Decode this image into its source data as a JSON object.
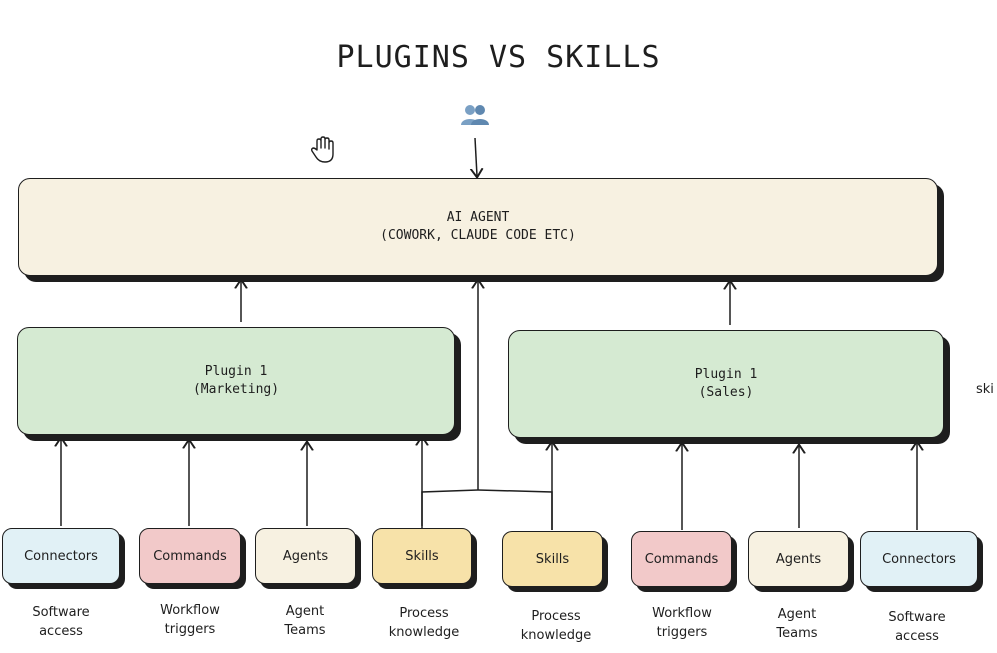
{
  "title": "PLUGINS VS SKILLS",
  "agent": {
    "line1": "AI AGENT",
    "line2": "(COWORK, CLAUDE CODE ETC)"
  },
  "plugins": [
    {
      "line1": "Plugin 1",
      "line2": "(Marketing)"
    },
    {
      "line1": "Plugin 1",
      "line2": "(Sales)"
    }
  ],
  "components": [
    {
      "label": "Connectors",
      "caption1": "Software",
      "caption2": "access",
      "color": "#e1f1f6"
    },
    {
      "label": "Commands",
      "caption1": "Workflow",
      "caption2": "triggers",
      "color": "#f2c9c9"
    },
    {
      "label": "Agents",
      "caption1": "Agent",
      "caption2": "Teams",
      "color": "#f7f1e1"
    },
    {
      "label": "Skills",
      "caption1": "Process",
      "caption2": "knowledge",
      "color": "#f7e2a9"
    },
    {
      "label": "Skills",
      "caption1": "Process",
      "caption2": "knowledge",
      "color": "#f7e2a9"
    },
    {
      "label": "Commands",
      "caption1": "Workflow",
      "caption2": "triggers",
      "color": "#f2c9c9"
    },
    {
      "label": "Agents",
      "caption1": "Agent",
      "caption2": "Teams",
      "color": "#f7f1e1"
    },
    {
      "label": "Connectors",
      "caption1": "Software",
      "caption2": "access",
      "color": "#e1f1f6"
    }
  ],
  "side_text": "ski",
  "icons": {
    "users": "users-icon",
    "cursor": "hand-cursor-icon"
  },
  "colors": {
    "agent_fill": "#f7f1e1",
    "plugin_fill": "#d5ead2",
    "stroke": "#1e1e1e"
  }
}
